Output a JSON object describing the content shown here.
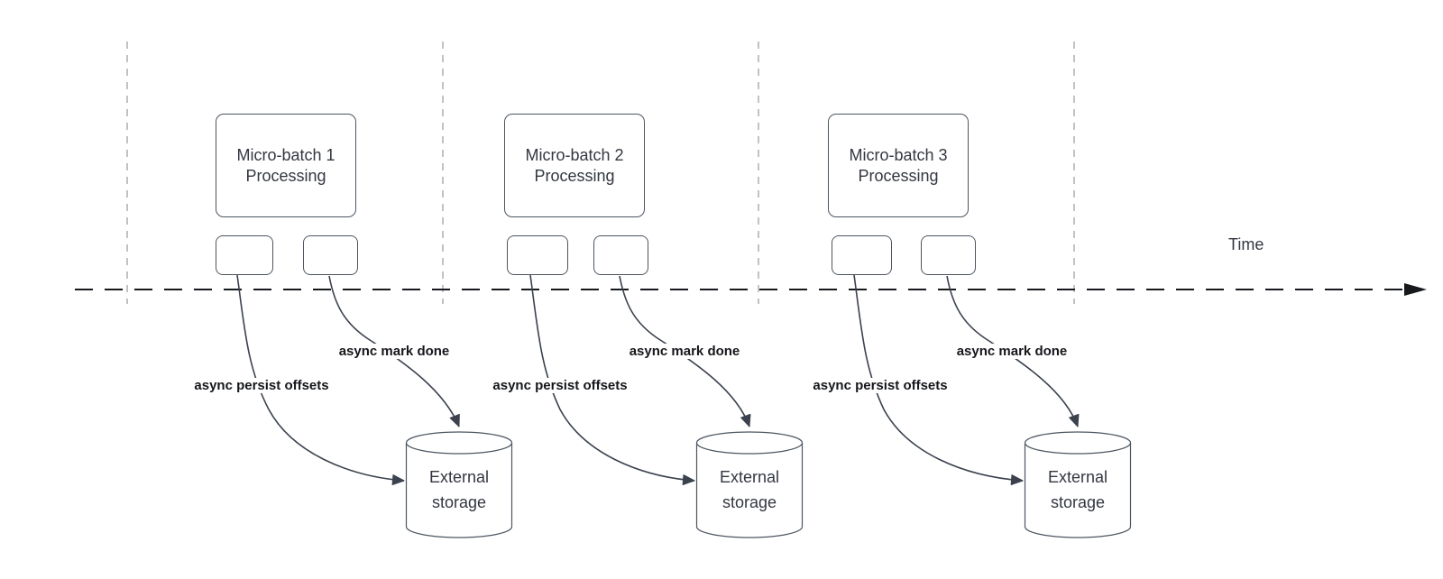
{
  "diagram": {
    "time_label": "Time",
    "columns": [
      {
        "box_line1": "Micro-batch 1",
        "box_line2": "Processing",
        "persist_label": "async persist offsets",
        "done_label": "async mark done",
        "storage_line1": "External",
        "storage_line2": "storage"
      },
      {
        "box_line1": "Micro-batch 2",
        "box_line2": "Processing",
        "persist_label": "async persist offsets",
        "done_label": "async mark done",
        "storage_line1": "External",
        "storage_line2": "storage"
      },
      {
        "box_line1": "Micro-batch 3",
        "box_line2": "Processing",
        "persist_label": "async persist offsets",
        "done_label": "async mark done",
        "storage_line1": "External",
        "storage_line2": "storage"
      }
    ],
    "colors": {
      "shape_stroke": "#4d5661",
      "arrow_stroke": "#3b424e",
      "timeline_stroke": "#17191d",
      "guide_stroke": "#a8a8a8",
      "text": "#333740",
      "label_text": "#15171b"
    }
  }
}
